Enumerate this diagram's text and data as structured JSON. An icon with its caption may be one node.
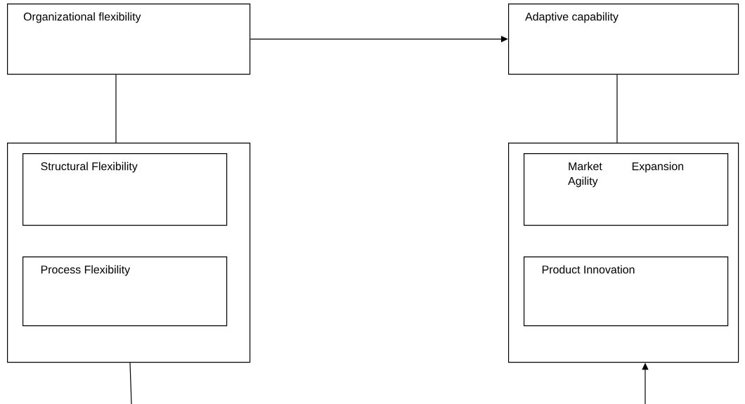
{
  "diagram": {
    "nodes": [
      {
        "text": [
          "Organizational flexibility"
        ]
      },
      {
        "text": [
          "Adaptive capability"
        ]
      },
      {
        "text": [],
        "shape": "box"
      },
      {
        "text": [
          "Structural Flexibility"
        ],
        "in": 2
      },
      {
        "text": [
          "Process Flexibility"
        ],
        "in": 2
      },
      {
        "text": [],
        "shape": "box"
      },
      {
        "text": [
          "Market Expansion Agility"
        ],
        "in": 5
      },
      {
        "text": [
          "Product Innovation"
        ],
        "in": 5
      }
    ],
    "edges": [
      {
        "from": 0,
        "to": 1,
        "arrow": "to"
      },
      {
        "from": 0,
        "to": 2,
        "arrow": "none"
      },
      {
        "from": 1,
        "to": 5,
        "arrow": "none"
      },
      {
        "from": 2,
        "to": null,
        "arrow": "none"
      },
      {
        "from": null,
        "to": 5,
        "arrow": "to"
      }
    ]
  }
}
